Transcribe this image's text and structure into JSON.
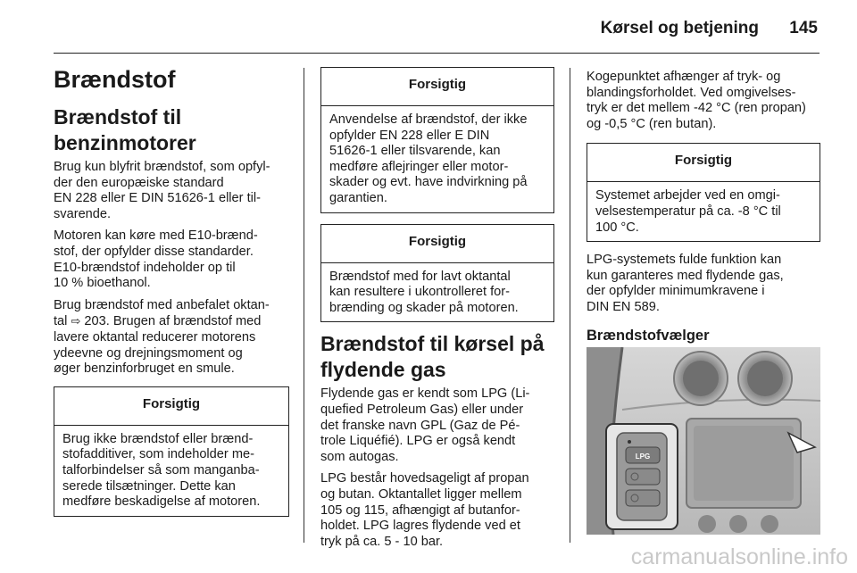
{
  "header": {
    "title": "Kørsel og betjening",
    "page_number": "145"
  },
  "col1": {
    "heading1": "Brændstof",
    "heading2_l1": "Brændstof til",
    "heading2_l2": "benzinmotorer",
    "p1": [
      "Brug kun blyfrit brændstof, som opfyl-",
      "der den europæiske standard",
      "EN 228 eller  E DIN 51626-1 eller til-",
      "svarende."
    ],
    "p2": [
      "Motoren kan køre med E10-brænd-",
      "stof, der opfylder disse standarder.",
      "E10-brændstof indeholder op til",
      "10 % bioethanol."
    ],
    "p3_l1": "Brug brændstof med anbefalet oktan-",
    "p3_l2_pre": "tal ",
    "p3_arrow": "⇨",
    "p3_l2_post": " 203. Brugen af brændstof med",
    "p3_rest": [
      "lavere oktantal reducerer motorens",
      "ydeevne og drejningsmoment og",
      "øger benzinforbruget en smule."
    ],
    "caution": {
      "title": "Forsigtig",
      "lines": [
        "Brug ikke brændstof eller brænd-",
        "stofadditiver, som indeholder me-",
        "talforbindelser så som manganba-",
        "serede tilsætninger. Dette kan",
        "medføre beskadigelse af motoren."
      ]
    }
  },
  "col2": {
    "caution1": {
      "title": "Forsigtig",
      "lines": [
        "Anvendelse af brændstof, der ikke",
        "opfylder EN 228 eller E DIN",
        "51626-1 eller tilsvarende, kan",
        "medføre aflejringer eller motor-",
        "skader og evt. have indvirkning på",
        "garantien."
      ]
    },
    "caution2": {
      "title": "Forsigtig",
      "lines": [
        "Brændstof med for lavt oktantal",
        "kan resultere i ukontrolleret for-",
        "brænding og skader på motoren."
      ]
    },
    "heading2_l1": "Brændstof til kørsel på",
    "heading2_l2": "flydende gas",
    "p1": [
      "Flydende gas er kendt som LPG (Li-",
      "quefied Petroleum Gas) eller under",
      "det franske navn GPL (Gaz de Pé-",
      "trole Liquéfié). LPG er også kendt",
      "som autogas."
    ],
    "p2": [
      "LPG består hovedsageligt af propan",
      "og butan. Oktantallet ligger mellem",
      "105 og 115, afhængigt af butanfor-",
      "holdet. LPG lagres flydende ved et",
      "tryk på ca. 5 - 10 bar."
    ]
  },
  "col3": {
    "p1": [
      "Kogepunktet afhænger af tryk- og",
      "blandingsforholdet. Ved omgivelses-",
      "tryk er det mellem -42 °C (ren propan)",
      "og -0,5 °C (ren butan)."
    ],
    "caution": {
      "title": "Forsigtig",
      "lines": [
        "Systemet arbejder ved en omgi-",
        "velsestemperatur på ca. -8 °C til",
        "100 °C."
      ]
    },
    "p2": [
      "LPG-systemets fulde funktion kan",
      "kun garanteres med flydende gas,",
      "der opfylder minimumkravene i",
      "DIN EN 589."
    ],
    "heading3": "Brændstofvælger",
    "figure_label": "LPG"
  },
  "watermark": "carmanualsonline.info"
}
